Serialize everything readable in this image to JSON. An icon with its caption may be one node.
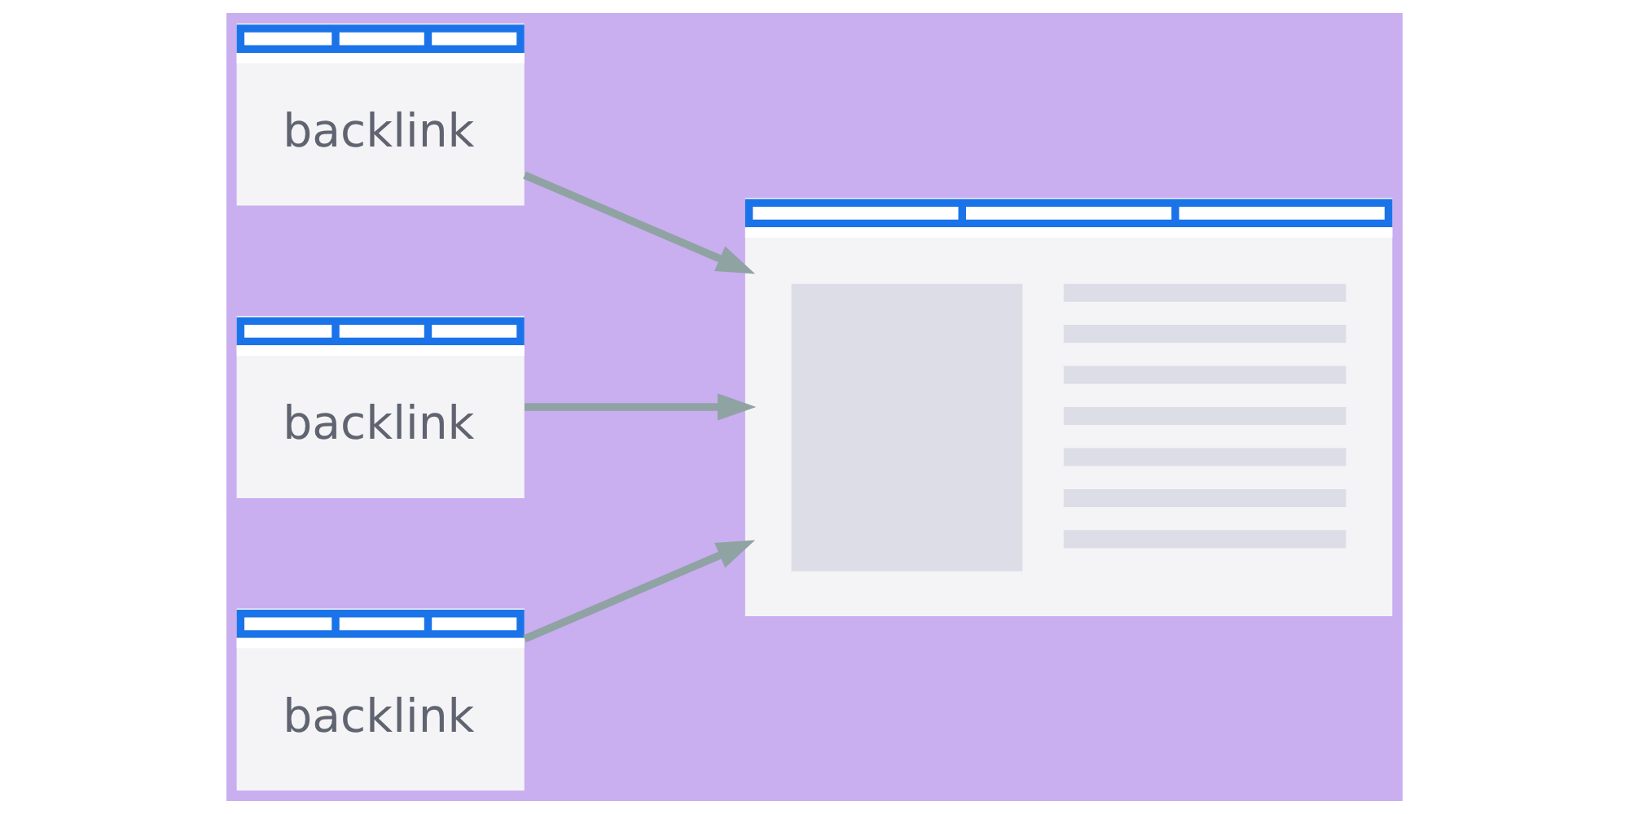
{
  "diagram": {
    "nodes": [
      {
        "text": [
          "backlink"
        ]
      },
      {
        "text": [],
        "shape": "box"
      },
      {
        "text": [
          "backlink"
        ]
      },
      {
        "text": [
          "backlink"
        ]
      }
    ],
    "edges": [
      {
        "from": 0,
        "to": 1,
        "arrow": "to"
      },
      {
        "from": 2,
        "to": 1,
        "arrow": "to"
      },
      {
        "from": 3,
        "to": 1,
        "arrow": "to"
      }
    ]
  }
}
